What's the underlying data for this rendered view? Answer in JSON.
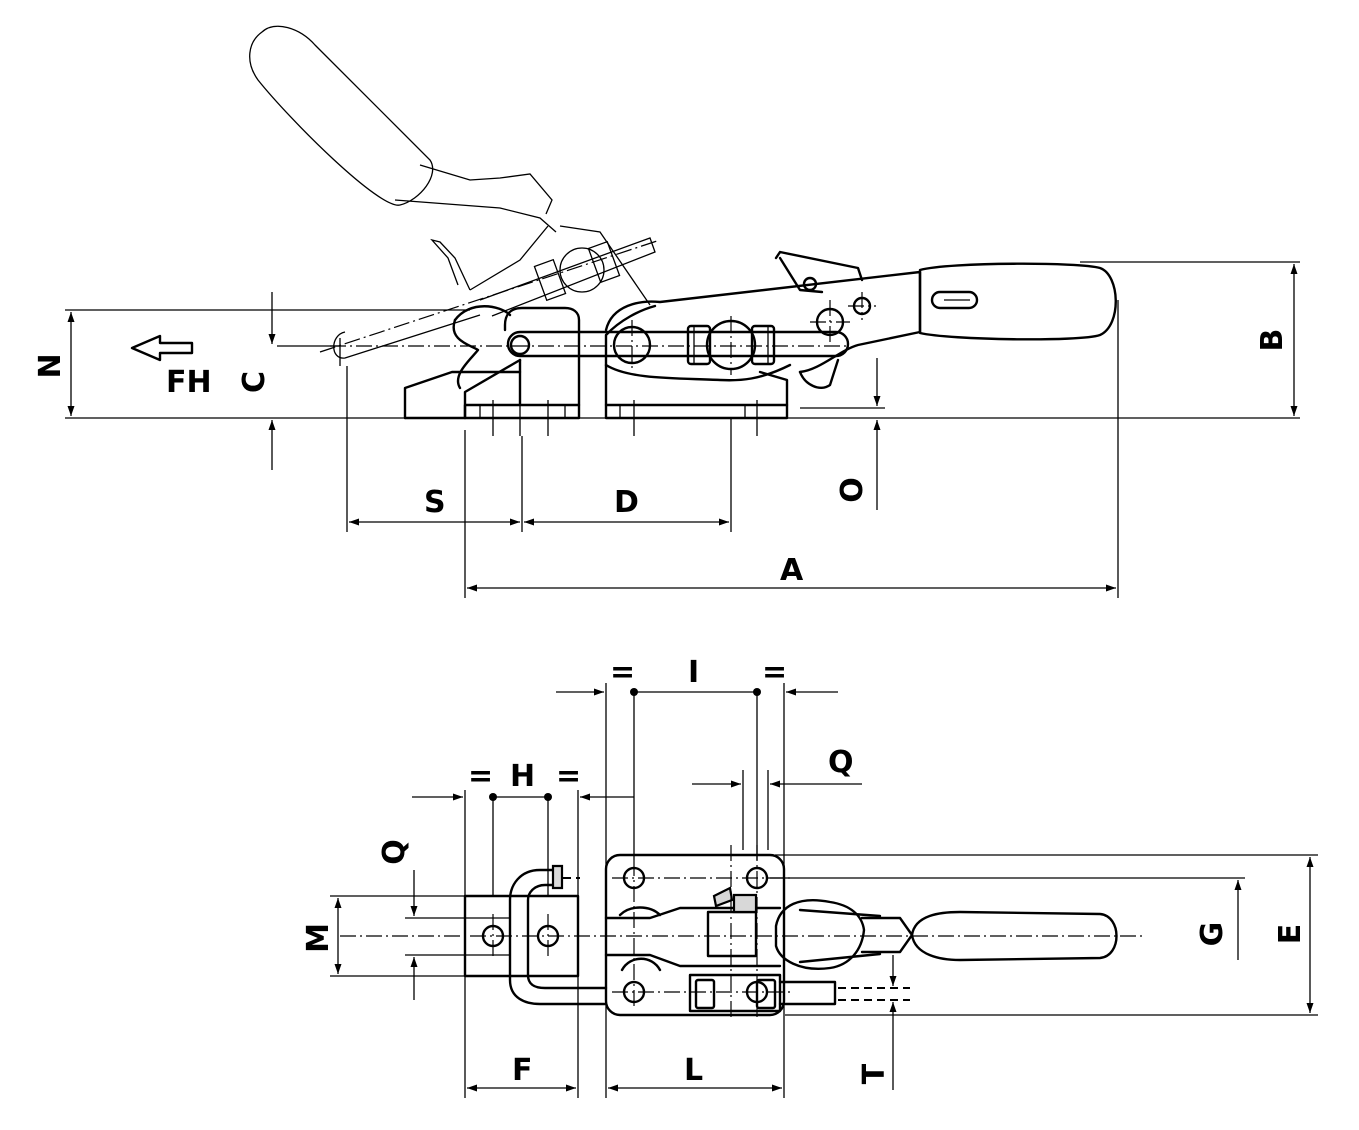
{
  "side_view": {
    "labels": {
      "A": "A",
      "B": "B",
      "C": "C",
      "D": "D",
      "S": "S",
      "N": "N",
      "O": "O",
      "FH": "FH"
    }
  },
  "top_view": {
    "labels": {
      "I": "I",
      "H": "H",
      "Q_top": "Q",
      "Q_left": "Q",
      "M": "M",
      "F": "F",
      "L": "L",
      "T": "T",
      "G": "G",
      "E": "E",
      "eq": "="
    }
  },
  "colors": {
    "line": "#000000",
    "shade": "#d8d8d8",
    "background": "#ffffff"
  }
}
